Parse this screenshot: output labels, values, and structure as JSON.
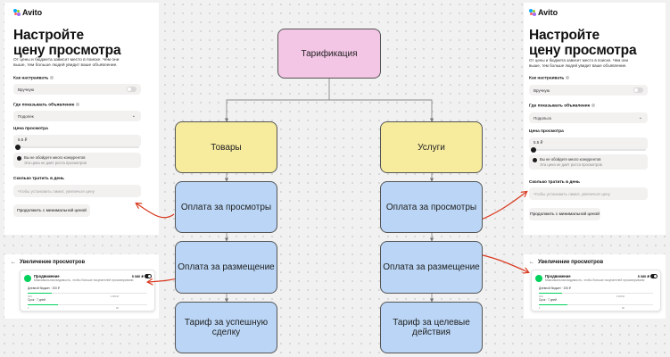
{
  "brand": {
    "name": "Avito",
    "dot_colors": [
      "#00aaff",
      "#97cf26",
      "#ff6163",
      "#a169f7"
    ]
  },
  "left_panel": {
    "title_line1": "Настройте",
    "title_line2": "цену просмотра",
    "subtitle_line1": "От цены и бюджета зависит место в поиске. Чем они",
    "subtitle_line2": "выше, тем больше людей увидит ваше объявление.",
    "setup_label": "Как настраивать",
    "setup_value": "Вручную",
    "placement_label": "Где показывать объявление",
    "placement_value": "Подолек",
    "price_label": "Цена просмотра",
    "price_value": "5.5 ₽",
    "warning_line1": "Вы не обойдете много конкурентов",
    "warning_line2": "Эта цена не даёт роста просмотров",
    "budget_label": "Сколько тратить в день",
    "budget_placeholder": "Чтобы установить лимит, увеличьте цену",
    "continue_button": "Продолжить с минимальной ценой"
  },
  "right_panel": {
    "title_line1": "Настройте",
    "title_line2": "цену просмотра",
    "subtitle_line1": "От цены и бюджета зависит место в поиске. Чем они",
    "subtitle_line2": "выше, тем больше людей увидит ваше объявление.",
    "setup_label": "Как настраивать",
    "setup_value": "Вручную",
    "placement_label": "Где показывать объявление",
    "placement_value": "Подольск",
    "price_label": "Цена просмотра",
    "price_value": "5.5 ₽",
    "warning_line1": "Вы не обойдете много конкурентов",
    "warning_line2": "Эта цена не даёт роста просмотров",
    "budget_label": "Сколько тратить в день",
    "budget_placeholder": "Чтобы установить лимит, увеличьте цену",
    "continue_button": "Продолжить с минимальной ценой"
  },
  "left_promo": {
    "back": "←",
    "title": "Увеличение просмотров",
    "item_name": "Продвижение",
    "item_desc": "Максимальная видимость, чтобы больше покупателей просматривали",
    "price": "5 080 ₽",
    "budget_label": "Дневной бюджет · 200 ₽",
    "budget_fill": 0.2,
    "budget_min": "100",
    "budget_max": "1 000 ₽",
    "term_label": "Срок · 7 дней",
    "term_fill": 0.25,
    "term_min": "1",
    "term_max": "30"
  },
  "right_promo": {
    "back": "←",
    "title": "Увеличение просмотров",
    "item_name": "Продвижение",
    "item_desc": "Максимальная видимость, чтобы больше покупателей просматривали",
    "price": "5 080 ₽",
    "budget_label": "Дневной бюджет · 200 ₽",
    "budget_fill": 0.2,
    "budget_min": "100",
    "budget_max": "1 000 ₽",
    "term_label": "Срок · 7 дней",
    "term_fill": 0.25,
    "term_min": "1",
    "term_max": "30"
  },
  "flow": {
    "root": "Тарификация",
    "goods": "Товары",
    "services": "Услуги",
    "goods_views": "Оплата за просмотры",
    "goods_placement": "Оплата за размещение",
    "goods_deal": "Тариф за успешную сделку",
    "services_views": "Оплата за просмотры",
    "services_placement": "Оплата за размещение",
    "services_actions": "Тариф за целевые действия"
  },
  "colors": {
    "root_fill": "#f4c6e6",
    "category_fill": "#f7ec9d",
    "tariff_fill": "#bad5f5",
    "annotation_arrow": "#d9391f",
    "promo_green": "#02d15c"
  }
}
